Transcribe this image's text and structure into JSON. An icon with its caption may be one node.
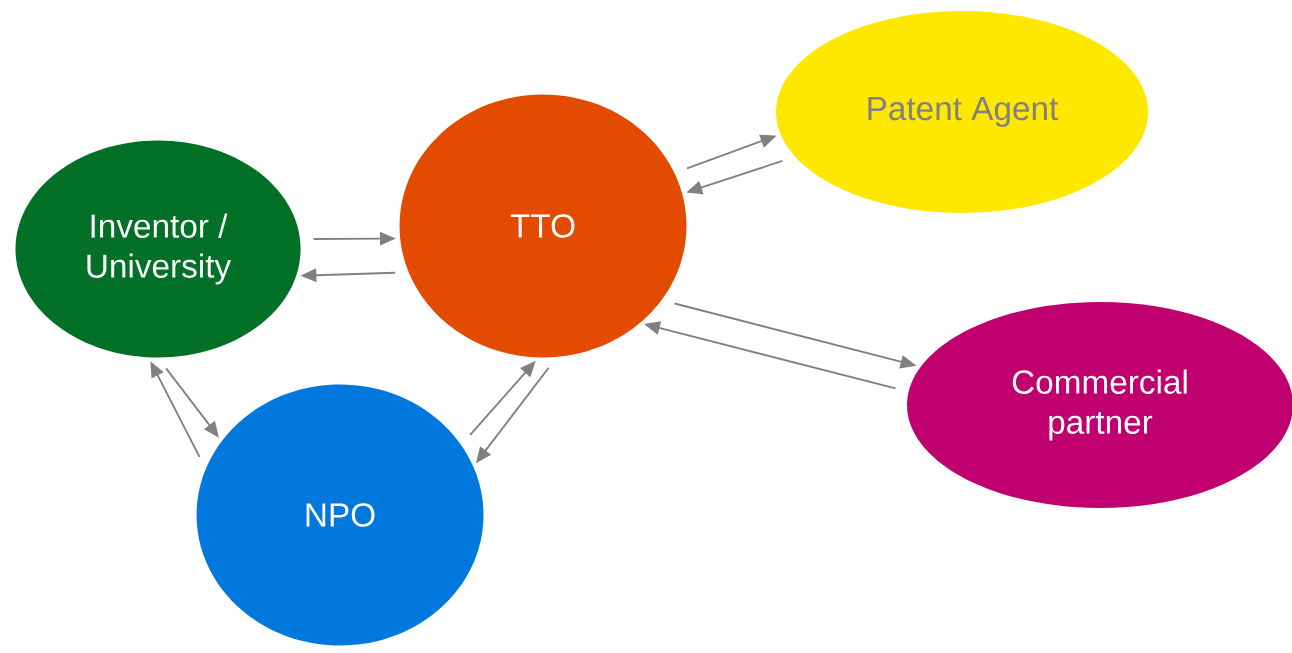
{
  "diagram": {
    "nodes": [
      {
        "text": [
          "Inventor / University"
        ]
      },
      {
        "text": [
          "TTO"
        ]
      },
      {
        "text": [
          "Patent Agent"
        ]
      },
      {
        "text": [
          "NPO"
        ]
      },
      {
        "text": [
          "Commercial partner"
        ]
      }
    ],
    "edges": [
      {
        "from": 0,
        "to": 1,
        "arrow": "to"
      },
      {
        "from": 1,
        "to": 0,
        "arrow": "to"
      },
      {
        "from": 1,
        "to": 2,
        "arrow": "to"
      },
      {
        "from": 2,
        "to": 1,
        "arrow": "to"
      },
      {
        "from": 0,
        "to": 3,
        "arrow": "to"
      },
      {
        "from": 3,
        "to": 0,
        "arrow": "to"
      },
      {
        "from": 3,
        "to": 1,
        "arrow": "to"
      },
      {
        "from": 1,
        "to": 3,
        "arrow": "to"
      },
      {
        "from": 1,
        "to": 4,
        "arrow": "to"
      },
      {
        "from": 4,
        "to": 1,
        "arrow": "to"
      }
    ]
  }
}
